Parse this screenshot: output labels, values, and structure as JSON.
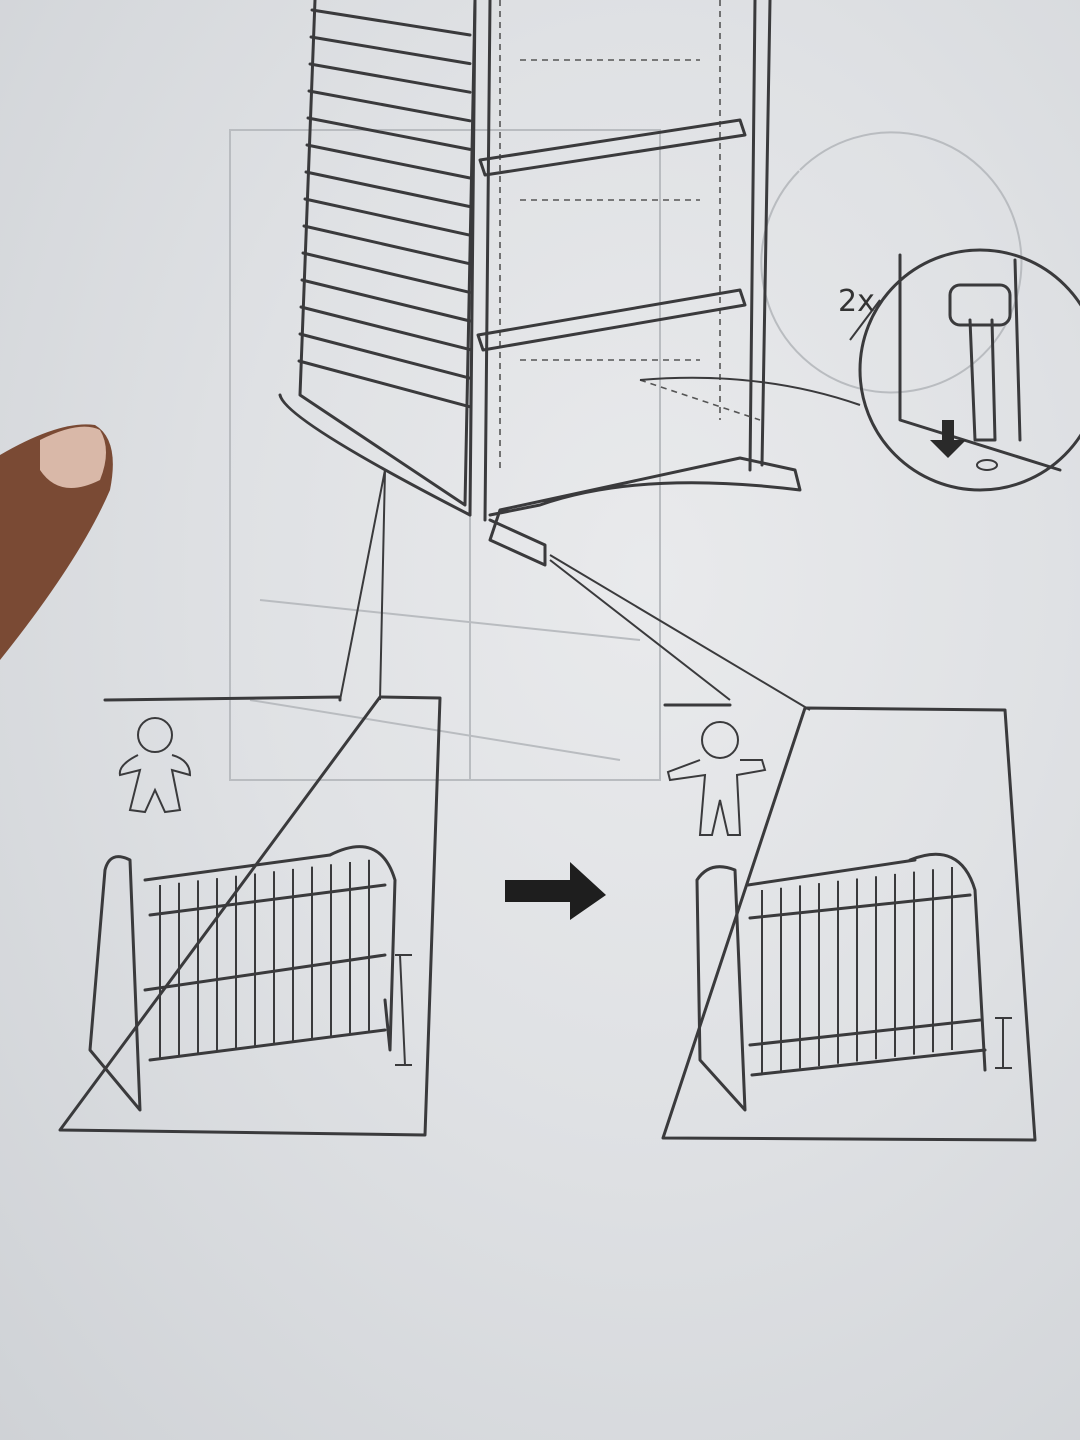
{
  "step": {
    "detail_callout": {
      "quantity_label": "2x",
      "icon": "down-arrow-icon"
    },
    "transition_arrow": "right-arrow-icon",
    "panels": [
      {
        "icon": "infant-lying-icon",
        "mattress_height": "high"
      },
      {
        "icon": "toddler-standing-icon",
        "mattress_height": "low"
      }
    ]
  },
  "colors": {
    "paper": "#dfe1e4",
    "ink": "#3a3a3c"
  }
}
